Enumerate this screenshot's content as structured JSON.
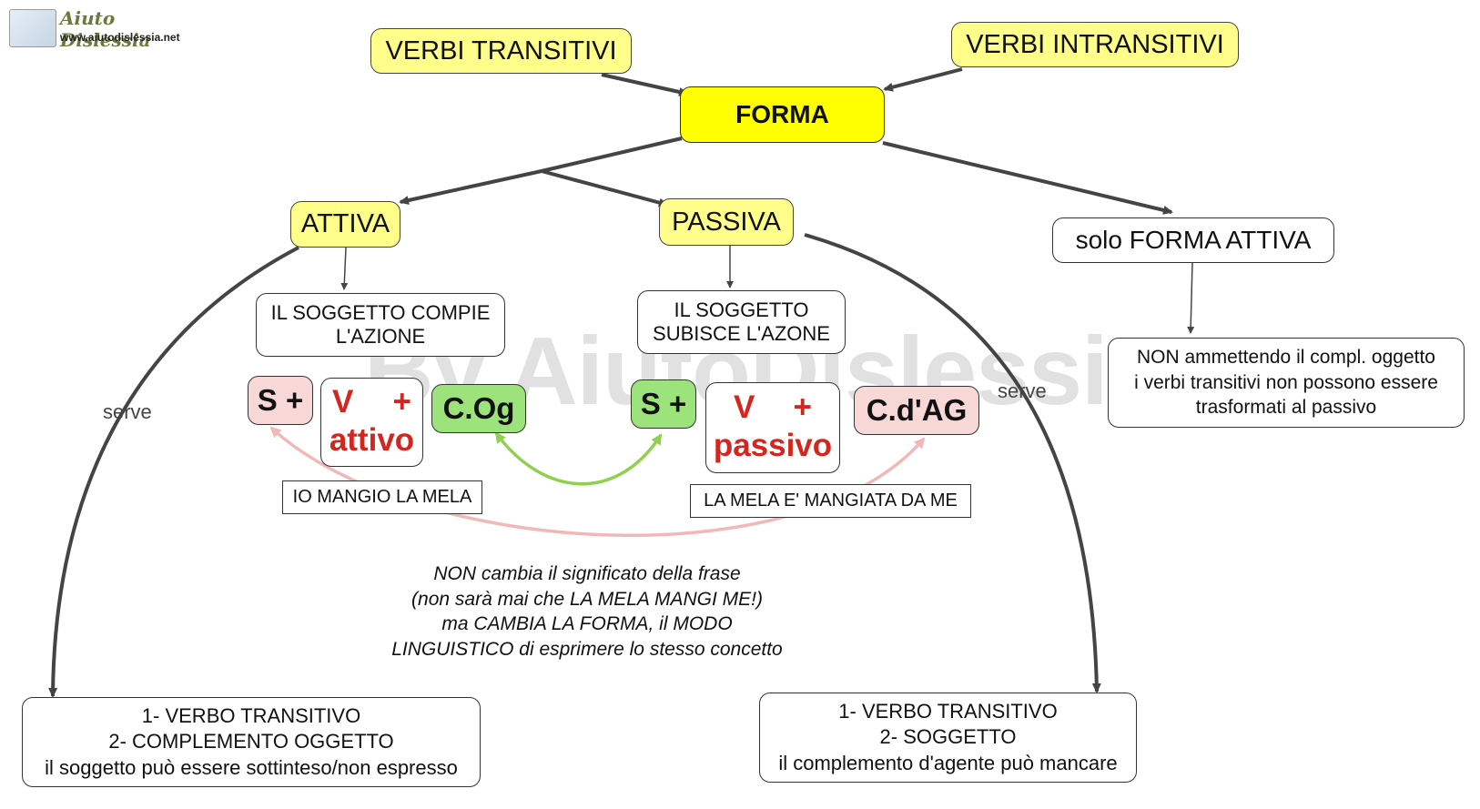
{
  "logo": {
    "title": "Aiuto Dislessia",
    "url": "www.aiutodislessia.net"
  },
  "watermark": "By AiutoDislessia.net",
  "nodes": {
    "verbi_transitivi": "VERBI TRANSITIVI",
    "verbi_intransitivi": "VERBI INTRANSITIVI",
    "forma": "FORMA",
    "attiva": "ATTIVA",
    "passiva": "PASSIVA",
    "solo_forma_attiva": "solo FORMA ATTIVA",
    "soggetto_compie": [
      "IL SOGGETTO COMPIE",
      "L'AZIONE"
    ],
    "soggetto_subisce": [
      "IL SOGGETTO",
      "SUBISCE L'AZONE"
    ],
    "non_ammettendo": [
      "NON ammettendo il compl. oggetto",
      "i verbi transitivi non possono essere",
      "trasformati al passivo"
    ],
    "attiva_s": "S +",
    "attiva_v": "V",
    "attiva_plus": "+",
    "attiva_v_word": "attivo",
    "attiva_cog": "C.Og",
    "passiva_s": "S +",
    "passiva_v": "V",
    "passiva_plus": "+",
    "passiva_v_word": "passivo",
    "passiva_cag": "C.d'AG",
    "esempio_attivo": "IO MANGIO LA MELA",
    "esempio_passivo": "LA MELA E' MANGIATA DA ME",
    "requisiti_attiva": [
      "1- VERBO TRANSITIVO",
      "2- COMPLEMENTO OGGETTO",
      "il soggetto può essere sottinteso/non espresso"
    ],
    "requisiti_passiva": [
      "1- VERBO TRANSITIVO",
      "2- SOGGETTO",
      "il complemento d'agente può mancare"
    ]
  },
  "labels": {
    "serve_left": "serve",
    "serve_right": "serve"
  },
  "note": [
    "NON cambia il significato della frase",
    "(non sarà mai che LA MELA MANGI ME!)",
    "ma CAMBIA LA FORMA, il MODO",
    "LINGUISTICO di esprimere lo stesso concetto"
  ],
  "colors": {
    "green_arrow": "#8fd14f",
    "pink_arrow": "#f2b8b8",
    "connector": "#444444"
  }
}
